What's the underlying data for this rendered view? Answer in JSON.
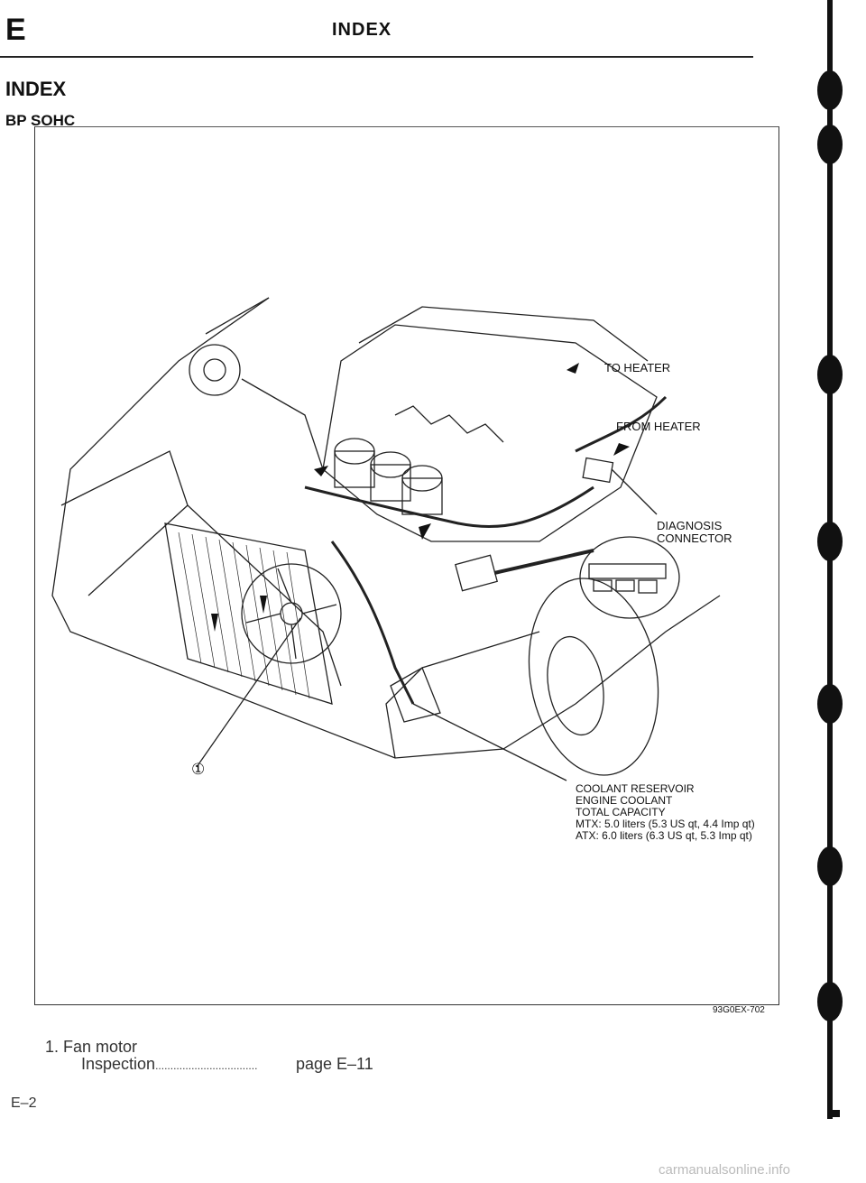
{
  "header": {
    "section_letter": "E",
    "title": "INDEX"
  },
  "page_heading": "INDEX",
  "sub_heading": "BP SOHC",
  "diagram": {
    "labels": {
      "to_heater": "TO HEATER",
      "from_heater": "FROM HEATER",
      "diagnosis_connector": [
        "DIAGNOSIS",
        "CONNECTOR"
      ],
      "callout_1": "①"
    },
    "caption": [
      "COOLANT RESERVOIR",
      "ENGINE COOLANT",
      "TOTAL CAPACITY",
      "MTX: 5.0 liters (5.3 US qt, 4.4 Imp qt)",
      "ATX: 6.0 liters (6.3 US qt, 5.3 Imp qt)"
    ],
    "figure_code": "93G0EX-702"
  },
  "legend": [
    {
      "item": "1. Fan motor",
      "sub": "Inspection",
      "dots": "..................................",
      "page": "page E–11"
    }
  ],
  "page_number": "E–2",
  "watermark": "carmanualsonline.info"
}
